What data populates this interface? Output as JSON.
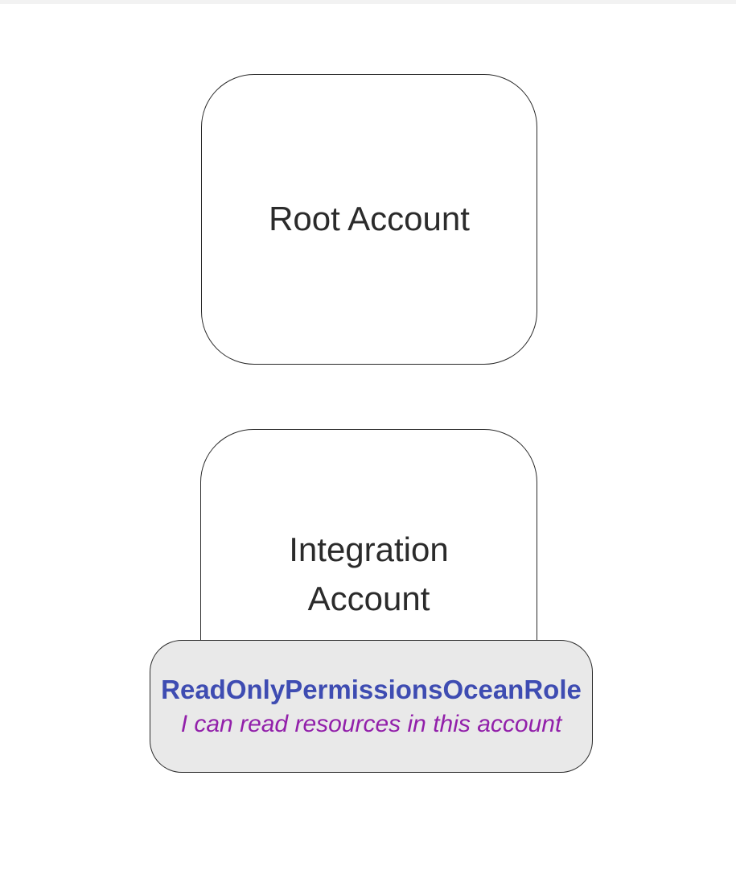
{
  "diagram": {
    "root_account": {
      "label": "Root Account"
    },
    "integration_account": {
      "label": "Integration Account"
    },
    "role_badge": {
      "name": "ReadOnlyPermissionsOceanRole",
      "description": "I can read resources in this account"
    }
  },
  "colors": {
    "page_background": "#ffffff",
    "top_strip": "#f2f2f2",
    "node_fill": "#ffffff",
    "node_border": "#2a2a2a",
    "node_text": "#2b2b2b",
    "role_badge_fill": "#e9e9e9",
    "role_name_color": "#3e4cb2",
    "role_description_color": "#9220aa"
  }
}
